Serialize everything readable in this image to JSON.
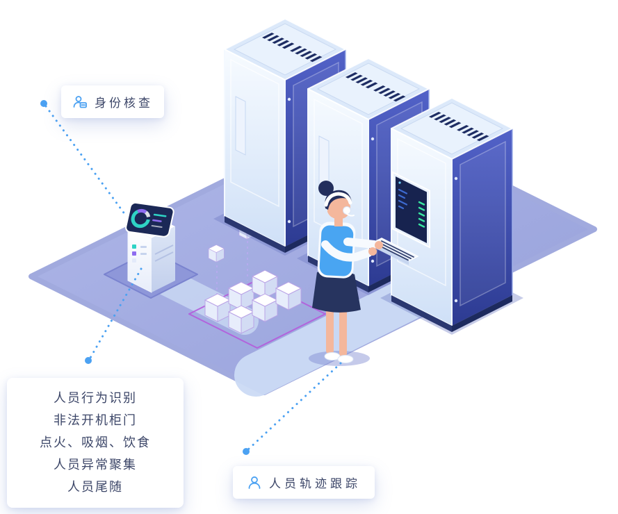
{
  "callouts": {
    "identity": {
      "label": "身份核查",
      "icon": "identity-check-icon"
    },
    "behavior": {
      "lines": [
        "人员行为识别",
        "非法开机柜门",
        "点火、吸烟、饮食",
        "人员异常聚集",
        "人员尾随"
      ]
    },
    "trajectory": {
      "label": "人员轨迹跟踪",
      "icon": "person-icon"
    }
  },
  "palette": {
    "accent_blue": "#4BA1F2",
    "label_text": "#3C4668",
    "label_bg": "#FFFFFF",
    "floor": "#A3ACE1",
    "floor_path": "#CBDAF4",
    "cabinet_front": "#E9F1FC",
    "cabinet_side_dark": "#3A49A8",
    "vent_dark": "#1E2D63",
    "screen_dark": "#17234F",
    "screen_green": "#39E6A0",
    "cube_edge": "#B45BDC",
    "vest_blue": "#49A5F2",
    "donut_teal": "#2FD3C5",
    "donut_purple": "#8E6CF0"
  }
}
